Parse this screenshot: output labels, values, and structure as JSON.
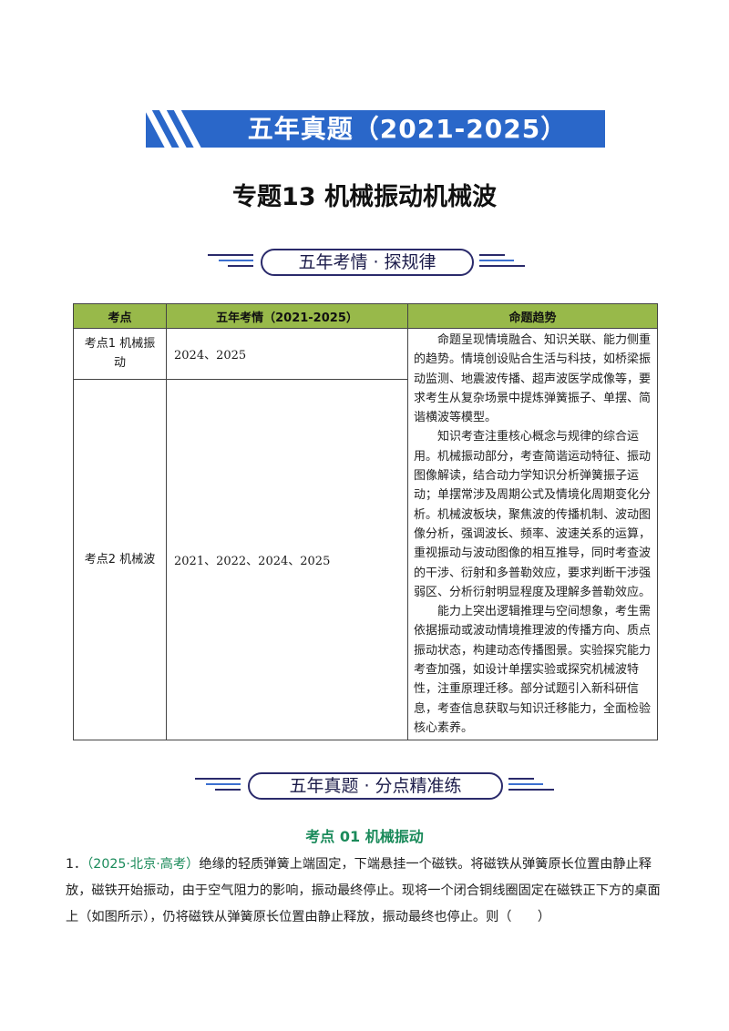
{
  "banner": {
    "text": "五年真题（2021-2025）"
  },
  "title": "专题13  机械振动机械波",
  "section1_label": "五年考情 · 探规律",
  "table": {
    "headers": [
      "考点",
      "五年考情（2021-2025）",
      "命题趋势"
    ],
    "rows": [
      {
        "point": "考点1  机械振动",
        "years": "2024、2025"
      },
      {
        "point": "考点2  机械波",
        "years": "2021、2022、2024、2025"
      }
    ],
    "trend": [
      "命题呈现情境融合、知识关联、能力侧重的趋势。情境创设贴合生活与科技，如桥梁振动监测、地震波传播、超声波医学成像等，要求考生从复杂场景中提炼弹簧振子、单摆、简谐横波等模型。",
      "知识考查注重核心概念与规律的综合运用。机械振动部分，考查简谐运动特征、振动图像解读，结合动力学知识分析弹簧振子运动；单摆常涉及周期公式及情境化周期变化分析。机械波板块，聚焦波的传播机制、波动图像分析，强调波长、频率、波速关系的运算，重视振动与波动图像的相互推导，同时考查波的干涉、衍射和多普勒效应，要求判断干涉强弱区、分析衍射明显程度及理解多普勒效应。",
      "能力上突出逻辑推理与空间想象，考生需依据振动或波动情境推理波的传播方向、质点振动状态，构建动态传播图景。实验探究能力考查加强，如设计单摆实验或探究机械波特性，注重原理迁移。部分试题引入新科研信息，考查信息获取与知识迁移能力，全面检验核心素养。"
    ]
  },
  "section2_label": "五年真题 · 分点精准练",
  "kaodian_title": "考点 01  机械振动",
  "question": {
    "number": "1．",
    "source": "（2025·北京·高考）",
    "text": "绝缘的轻质弹簧上端固定，下端悬挂一个磁铁。将磁铁从弹簧原长位置由静止释放，磁铁开始振动，由于空气阻力的影响，振动最终停止。现将一个闭合铜线圈固定在磁铁正下方的桌面上（如图所示），仍将磁铁从弹簧原长位置由静止释放，振动最终也停止。则（　　）"
  },
  "colors": {
    "banner": "#2a67c9",
    "table_header": "#98b94a",
    "accent_green": "#1a8a5a",
    "navy": "#2a2a6b"
  }
}
